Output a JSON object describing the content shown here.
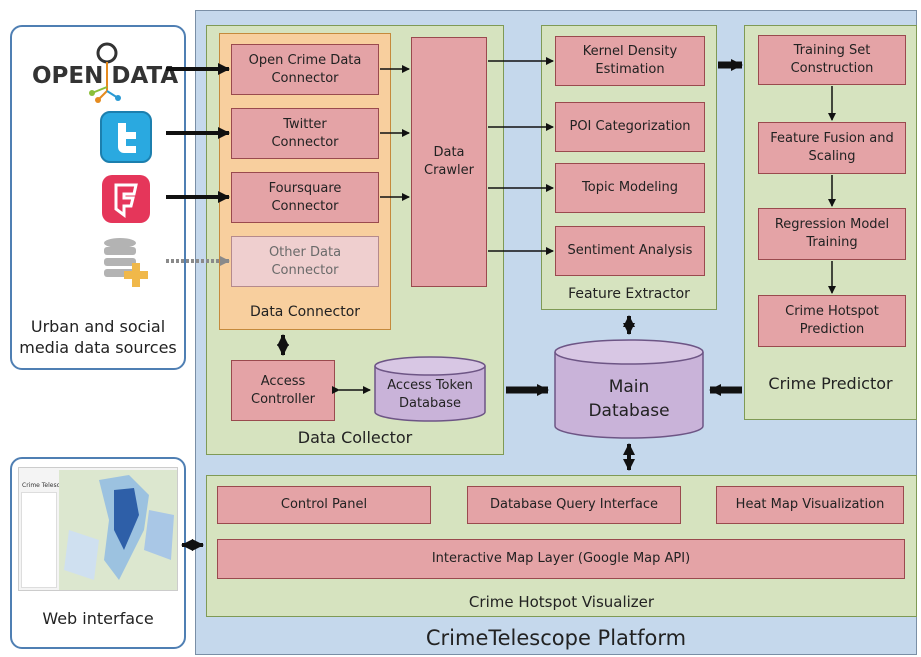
{
  "platform": {
    "label": "CrimeTelescope Platform"
  },
  "sources": {
    "label_line1": "Urban and social",
    "label_line2": "media data sources",
    "open_data_logo": "OPEN DATA",
    "icons": [
      "open-data-logo",
      "twitter-icon",
      "foursquare-icon",
      "database-add-icon"
    ]
  },
  "web_interface": {
    "label": "Web interface",
    "thumb_title": "Crime Telescope"
  },
  "data_collector": {
    "label": "Data Collector",
    "data_connector": {
      "label": "Data Connector",
      "connectors": [
        {
          "line1": "Open Crime Data",
          "line2": "Connector"
        },
        {
          "line1": "Twitter",
          "line2": "Connector"
        },
        {
          "line1": "Foursquare",
          "line2": "Connector"
        },
        {
          "line1": "Other Data",
          "line2": "Connector"
        }
      ]
    },
    "crawler": {
      "line1": "Data",
      "line2": "Crawler"
    },
    "access_controller": {
      "line1": "Access",
      "line2": "Controller"
    },
    "access_token_db": {
      "line1": "Access Token",
      "line2": "Database"
    }
  },
  "feature_extractor": {
    "label": "Feature Extractor",
    "items": [
      {
        "line1": "Kernel Density",
        "line2": "Estimation"
      },
      {
        "line1": "POI Categorization",
        "line2": ""
      },
      {
        "line1": "Topic Modeling",
        "line2": ""
      },
      {
        "line1": "Sentiment Analysis",
        "line2": ""
      }
    ]
  },
  "crime_predictor": {
    "label": "Crime Predictor",
    "items": [
      {
        "line1": "Training Set",
        "line2": "Construction"
      },
      {
        "line1": "Feature Fusion and",
        "line2": "Scaling"
      },
      {
        "line1": "Regression Model",
        "line2": "Training"
      },
      {
        "line1": "Crime Hotspot",
        "line2": "Prediction"
      }
    ]
  },
  "main_db": {
    "line1": "Main",
    "line2": "Database"
  },
  "visualizer": {
    "label": "Crime Hotspot Visualizer",
    "control_panel": "Control Panel",
    "query_interface": "Database Query Interface",
    "heat_map": "Heat Map Visualization",
    "map_layer": "Interactive Map Layer (Google Map API)"
  },
  "colors": {
    "platform": "#c5d8ec",
    "group_green": "#d6e3bf",
    "connector_orange": "#f8cf9e",
    "module_pink": "#e4a3a6",
    "database_purple": "#c9b3d9",
    "source_border": "#4f7fb3"
  }
}
